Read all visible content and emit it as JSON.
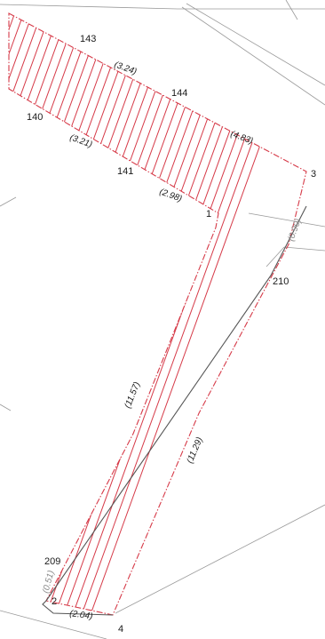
{
  "points": {
    "p143": "143",
    "p144": "144",
    "p140": "140",
    "p141": "141",
    "p1": "1",
    "p3": "3",
    "p210": "210",
    "p209": "209",
    "p2": "2",
    "p4": "4"
  },
  "dimensions": {
    "d_3_24": "(3.24)",
    "d_3_21": "(3.21)",
    "d_4_83": "(4.83)",
    "d_2_98": "(2.98)",
    "d_0_90": "(0.90)",
    "d_11_57": "(11.57)",
    "d_11_29": "(11.29)",
    "d_0_51": "(0.51)",
    "d_2_04": "(2.04)"
  },
  "colors": {
    "hatch": "#d63a48",
    "boundary": "#d63a48",
    "cadastral_line": "#9a9a9a",
    "road_line": "#555555"
  }
}
